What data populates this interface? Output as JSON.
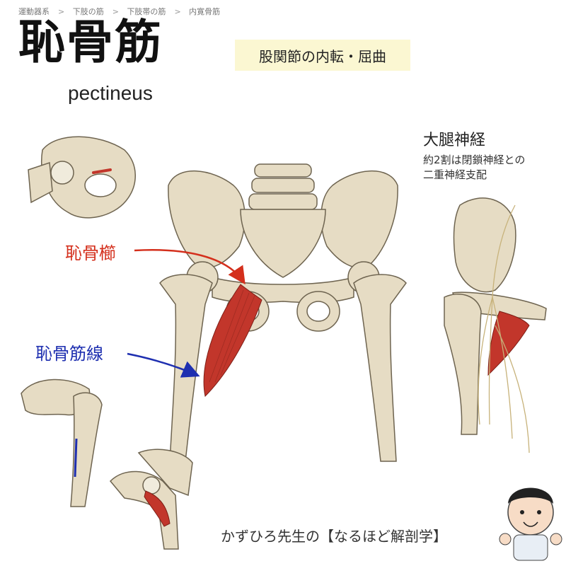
{
  "breadcrumb": [
    "運動器系",
    "下肢の筋",
    "下肢帯の筋",
    "内寛骨筋"
  ],
  "breadcrumb_separator": ">",
  "title": "恥骨筋",
  "subtitle": "pectineus",
  "action": "股関節の内転・屈曲",
  "nerve": {
    "title": "大腿神経",
    "note_line1": "約2割は閉鎖神経との",
    "note_line2": "二重神経支配"
  },
  "labels": {
    "origin": "恥骨櫛",
    "insertion": "恥骨筋線"
  },
  "credit": "かずひろ先生の【なるほど解剖学】",
  "colors": {
    "origin_label": "#d42f1c",
    "insertion_label": "#1e2fb0",
    "bone": "#e6dcc4",
    "muscle": "#c2362b",
    "highlight_box": "#fbf7d2"
  }
}
